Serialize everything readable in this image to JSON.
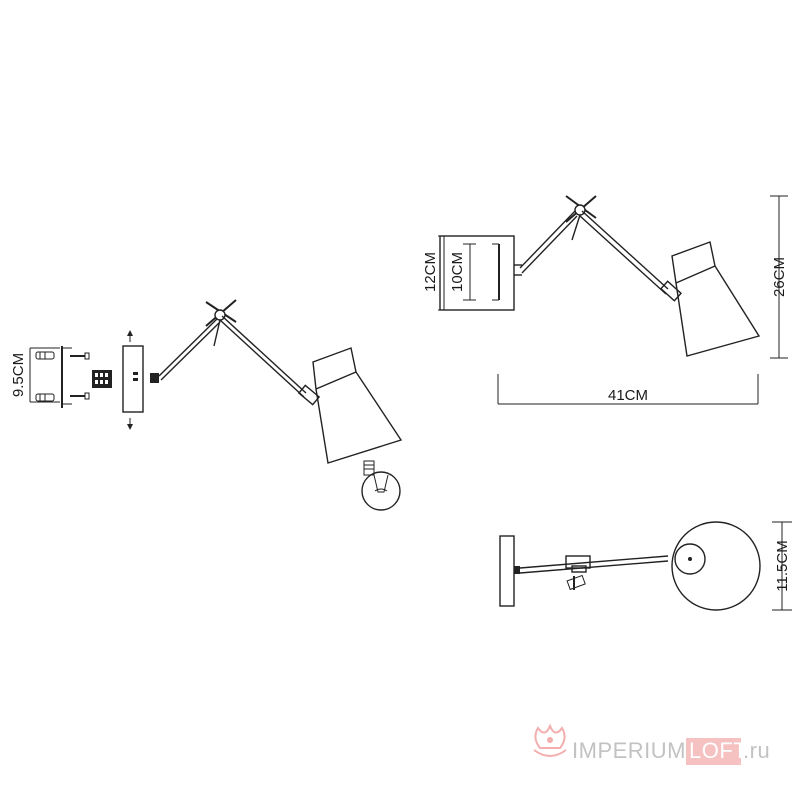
{
  "dimensions": {
    "mount_height": "9.5CM",
    "back_plate_outer": "12CM",
    "back_plate_inner": "10CM",
    "total_height": "26CM",
    "total_length": "41CM",
    "shade_diameter": "11.5CM"
  },
  "watermark": {
    "brand_part1": "IMPERIUM",
    "brand_part2": "LOFT",
    "domain_suffix": ".ru",
    "colors": {
      "gray": "#b8b8b8",
      "accent": "#f2a1a1",
      "badge": "#f4b7b7"
    }
  }
}
